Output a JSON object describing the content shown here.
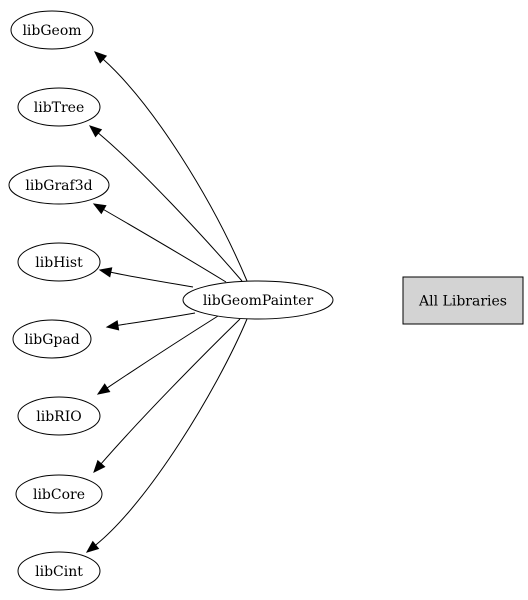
{
  "diagram": {
    "source": {
      "id": "libGeomPainter",
      "label": "libGeomPainter"
    },
    "targets": [
      {
        "id": "libGeom",
        "label": "libGeom"
      },
      {
        "id": "libTree",
        "label": "libTree"
      },
      {
        "id": "libGraf3d",
        "label": "libGraf3d"
      },
      {
        "id": "libHist",
        "label": "libHist"
      },
      {
        "id": "libGpad",
        "label": "libGpad"
      },
      {
        "id": "libRIO",
        "label": "libRIO"
      },
      {
        "id": "libCore",
        "label": "libCore"
      },
      {
        "id": "libCint",
        "label": "libCint"
      }
    ],
    "edges": [
      {
        "from": "libGeomPainter",
        "to": "libGeom"
      },
      {
        "from": "libGeomPainter",
        "to": "libTree"
      },
      {
        "from": "libGeomPainter",
        "to": "libGraf3d"
      },
      {
        "from": "libGeomPainter",
        "to": "libHist"
      },
      {
        "from": "libGeomPainter",
        "to": "libGpad"
      },
      {
        "from": "libGeomPainter",
        "to": "libRIO"
      },
      {
        "from": "libGeomPainter",
        "to": "libCore"
      },
      {
        "from": "libGeomPainter",
        "to": "libCint"
      }
    ],
    "all_libraries": {
      "label": "All Libraries",
      "fill": "#d3d3d3"
    }
  }
}
